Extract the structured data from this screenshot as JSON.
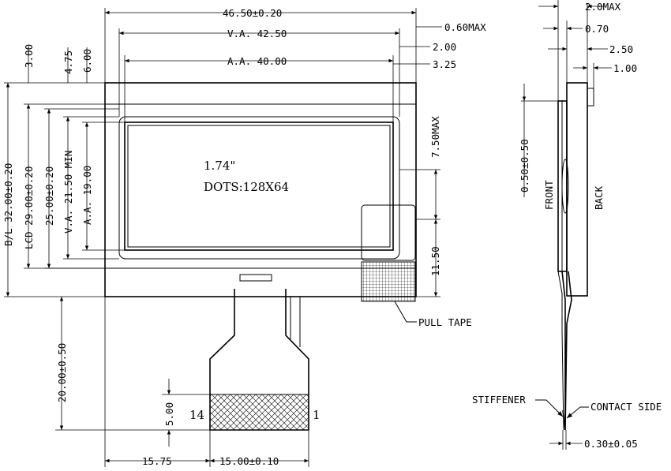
{
  "front_view": {
    "dims": {
      "width_overall": "46.50±0.20",
      "width_va": "V.A. 42.50",
      "width_aa": "A.A. 40.00",
      "top_margin": "3.00",
      "aa_top": "4.75",
      "va_top": "6.00",
      "height_bl": "B/L 32.00±0.20",
      "height_lcd": "LCD 29.00±0.20",
      "height_25": "25.00±0.20",
      "height_va": "V.A. 21.50 MIN",
      "height_aa": "A.A. 19.00",
      "fpc_length": "20.00±0.50",
      "pad_height": "5.00",
      "fpc_offset": "15.75",
      "fpc_width": "15.00±0.10",
      "right_060": "0.60MAX",
      "right_200": "2.00",
      "right_325": "3.25",
      "right_750": "7.50MAX",
      "right_1150": "11.50"
    },
    "display_size": "1.74\"",
    "display_dots": "DOTS:128X64",
    "pin_left": "14",
    "pin_right": "1",
    "pull_tape": "PULL TAPE"
  },
  "side_view": {
    "dims": {
      "t_20": "2.0MAX",
      "t_070": "0.70",
      "t_250": "2.50",
      "t_100": "1.00",
      "t_050": "0.50±0.50",
      "t_030": "0.30±0.05"
    },
    "front_label": "FRONT",
    "back_label": "BACK",
    "stiffener": "STIFFENER",
    "contact_side": "CONTACT SIDE"
  }
}
